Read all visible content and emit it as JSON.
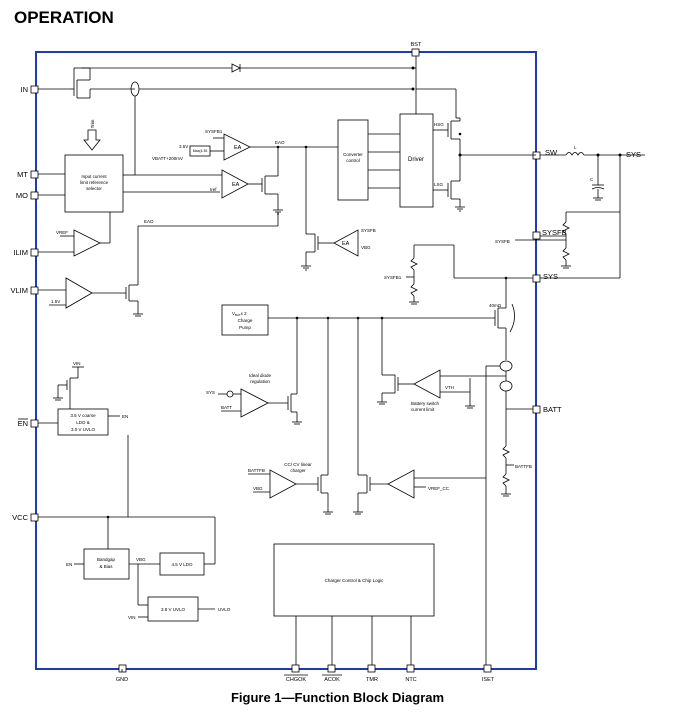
{
  "heading": "OPERATION",
  "caption": "Figure 1—Function Block Diagram",
  "pins": {
    "in": "IN",
    "mt": "MT",
    "mo": "MO",
    "ilim": "ILIM",
    "vlim": "VLIM",
    "en": "EN",
    "vcc": "VCC",
    "bst": "BST",
    "sw": "SW",
    "sys": "SYS",
    "sysfb": "SYSFB",
    "sys2": "SYS",
    "batt": "BATT",
    "gnd": "GND",
    "chgok": "CHGOK",
    "acok": "ACOK",
    "tmr": "TMR",
    "ntc": "NTC",
    "iset": "ISET"
  },
  "blocks": {
    "input_limit": [
      "Input current",
      "limit reference",
      "selector"
    ],
    "converter": [
      "Converter",
      "control"
    ],
    "driver": "Driver",
    "charge_pump_vbat": "V",
    "charge_pump_sub": "BAT",
    "charge_pump_x2": "x 2",
    "charge_pump_l2": "Charge",
    "charge_pump_l3": "Pump",
    "ldo_coarse": [
      "3.5 V coarse",
      "LDO &",
      "3.0 V UVLO"
    ],
    "bandgap": [
      "Bandgap",
      "& Bias"
    ],
    "ldo45": "4.5 V LDO",
    "uvlo38": "3.8 V UVLO",
    "charger_logic": "Charger Control & Chip Logic",
    "max_sel": "Max(4.35"
  },
  "labels": {
    "trim": "Trim",
    "sysfb1_ea": "SYSFB1",
    "v35": "3.5V",
    "vbatt200": "VBATT+200mV",
    "ea1": "EA",
    "ea2": "EA",
    "ea3": "EA",
    "eao1": "EAO",
    "eao2": "EAO",
    "iref": "Iref",
    "vref": "VREF",
    "v15": "1.5V",
    "hsg": "HSG",
    "lsg": "LSG",
    "l": "L",
    "c": "C",
    "sysfb_ea3": "SYSFB",
    "vbg_ea3": "VBG",
    "sysfb_right": "SYSFB",
    "sysfb1_right": "SYSFB1",
    "r40m": "40mΩ",
    "ideal_diode": [
      "Ideal diode",
      "regulation"
    ],
    "sys_in": "SYS",
    "batt_in": "BATT",
    "vth": "VTH",
    "batt_switch": [
      "Battery switch",
      "current limit"
    ],
    "cccv": [
      "CC/ CV linear",
      "charger"
    ],
    "battfb_in": "BATTFB",
    "vbg_in": "VBG",
    "vref_cc": "VREF_CC",
    "battfb_right": "BATTFB",
    "vin_top": "VIN",
    "en_ldo": "EN",
    "en_bg": "EN",
    "vbg_ldo": "VBG",
    "vin_uvlo": "VIN",
    "uvlo_out": "UVLO"
  }
}
